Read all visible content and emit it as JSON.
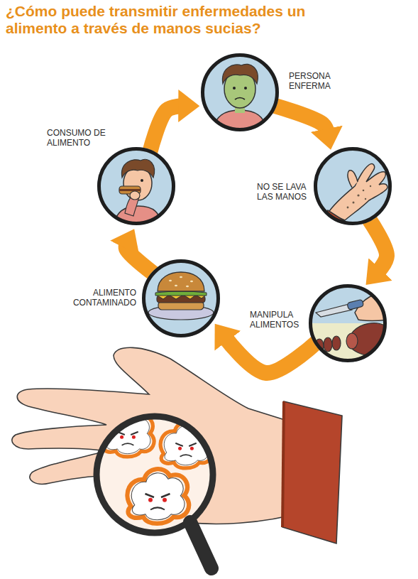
{
  "diagram": {
    "title": "¿Cómo puede transmitir enfermedades un alimento a través de manos sucias?",
    "nodes": [
      {
        "text": [
          "PERSONA ENFERMA"
        ]
      },
      {
        "text": [
          "NO SE LAVA LAS MANOS"
        ]
      },
      {
        "text": [
          "MANIPULA ALIMENTOS"
        ]
      },
      {
        "text": [
          "ALIMENTO CONTAMINADO"
        ]
      },
      {
        "text": [
          "CONSUMO DE ALIMENTO"
        ]
      }
    ],
    "edges": [
      {
        "from": 0,
        "to": 1,
        "arrow": "to"
      },
      {
        "from": 1,
        "to": 2,
        "arrow": "to"
      },
      {
        "from": 2,
        "to": 3,
        "arrow": "to"
      },
      {
        "from": 3,
        "to": 4,
        "arrow": "to"
      },
      {
        "from": 4,
        "to": 0,
        "arrow": "to"
      }
    ]
  }
}
